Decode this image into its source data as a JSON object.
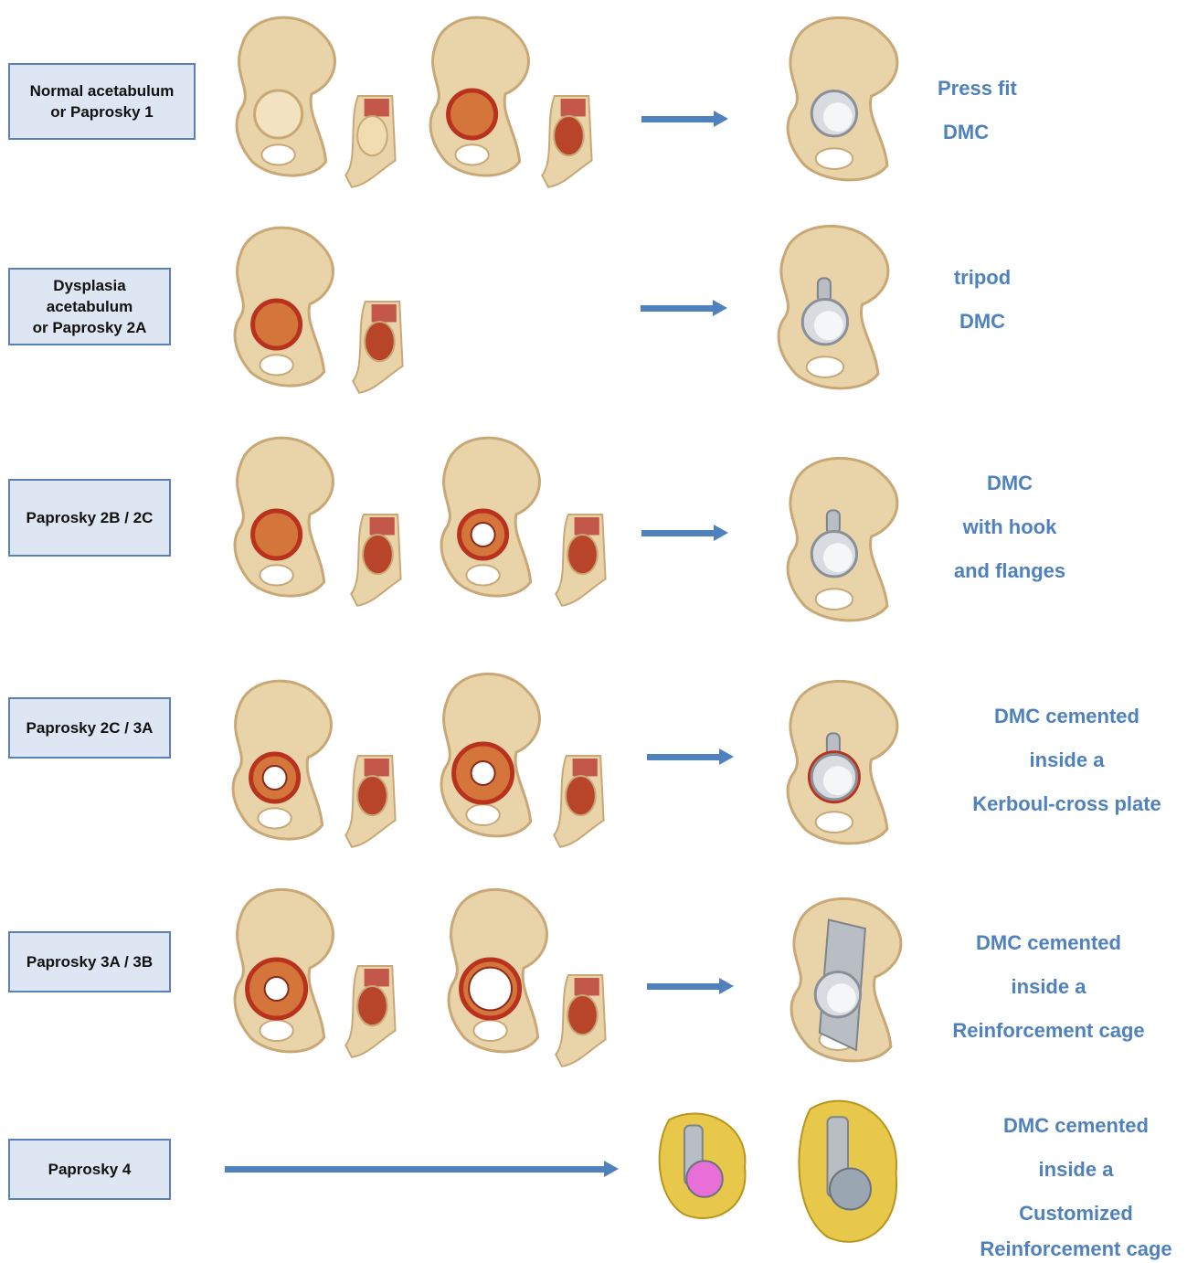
{
  "rows": [
    {
      "label": "Normal acetabulum\nor Paprosky 1",
      "result": [
        "Press fit",
        "DMC"
      ]
    },
    {
      "label": "Dysplasia\nacetabulum\nor Paprosky 2A",
      "result": [
        "tripod",
        "DMC"
      ]
    },
    {
      "label": "Paprosky 2B / 2C",
      "result": [
        "DMC",
        "with hook",
        "and flanges"
      ]
    },
    {
      "label": "Paprosky 2C / 3A",
      "result": [
        "DMC cemented",
        "inside a",
        "Kerboul-cross plate"
      ]
    },
    {
      "label": "Paprosky 3A / 3B",
      "result": [
        "DMC cemented",
        "inside a",
        "Reinforcement cage"
      ]
    },
    {
      "label": "Paprosky 4",
      "result": [
        "DMC cemented",
        "inside a",
        "Customized",
        "Reinforcement cage"
      ]
    }
  ],
  "colors": {
    "accent": "#4f81bd",
    "label_fill": "#dde6f2",
    "label_border": "#5a80b8",
    "bone": "#e9d3a8",
    "bone_shadow": "#c9a877",
    "defect": "#b8321e",
    "implant": "#b9bec4",
    "custom_cage_bone": "#e8c84a"
  },
  "icons": [
    "pelvis-illustration",
    "acetabulum-section-illustration",
    "pelvis-implant-render",
    "right-arrow-icon"
  ]
}
